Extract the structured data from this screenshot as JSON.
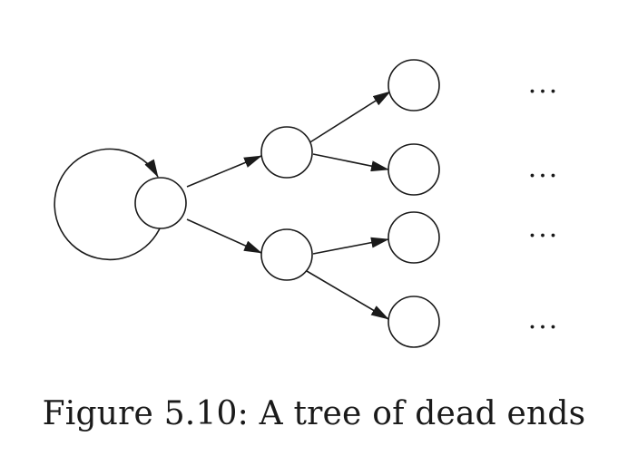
{
  "figure": {
    "caption": "Figure 5.10: A tree of dead ends",
    "continuation_label": "···"
  },
  "nodes": [
    {
      "id": "root"
    },
    {
      "id": "level1-top"
    },
    {
      "id": "level1-bottom"
    },
    {
      "id": "leaf-1"
    },
    {
      "id": "leaf-2"
    },
    {
      "id": "leaf-3"
    },
    {
      "id": "leaf-4"
    }
  ],
  "edges": [
    {
      "from": "root",
      "to": "root"
    },
    {
      "from": "root",
      "to": "level1-top"
    },
    {
      "from": "root",
      "to": "level1-bottom"
    },
    {
      "from": "level1-top",
      "to": "leaf-1"
    },
    {
      "from": "level1-top",
      "to": "leaf-2"
    },
    {
      "from": "level1-bottom",
      "to": "leaf-3"
    },
    {
      "from": "level1-bottom",
      "to": "leaf-4"
    }
  ]
}
